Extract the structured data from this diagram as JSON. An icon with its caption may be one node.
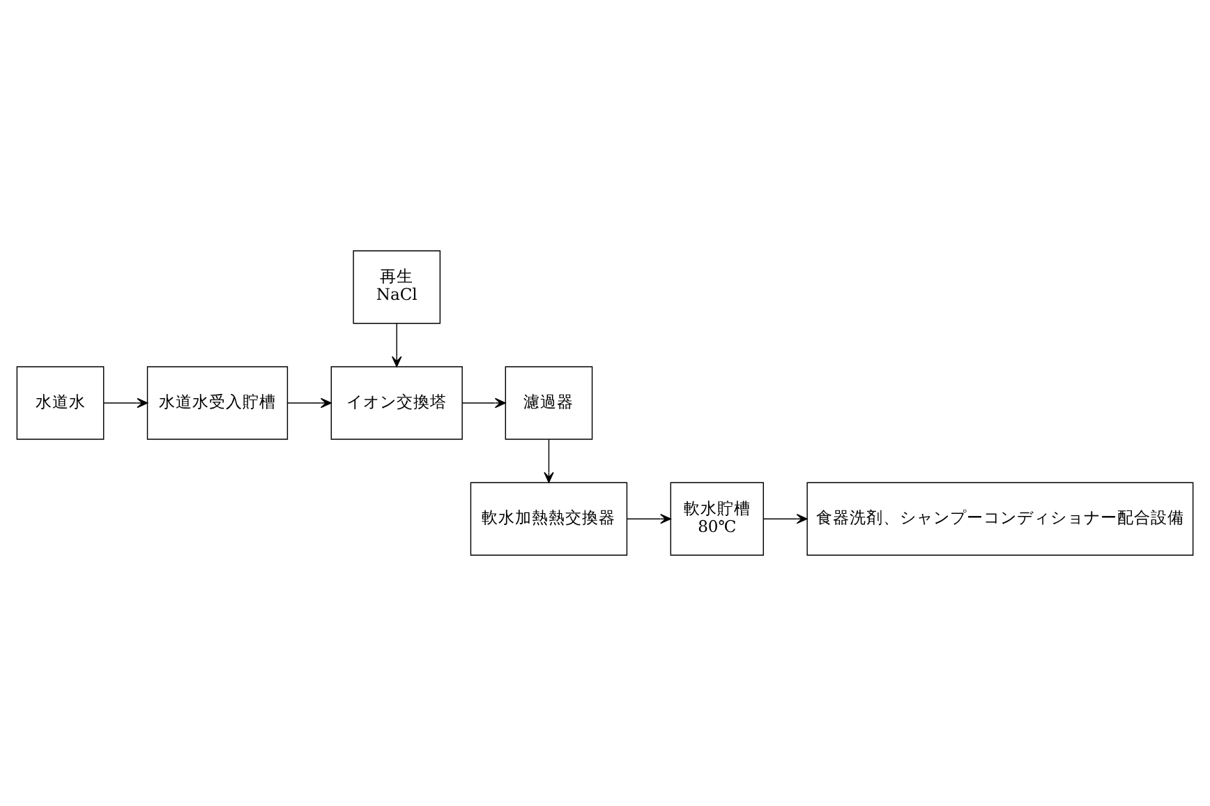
{
  "diagram": {
    "nodes": [
      {
        "text": [
          "再生",
          "NaCl"
        ]
      },
      {
        "text": [
          "水道水"
        ]
      },
      {
        "text": [
          "水道水受入貯槽"
        ]
      },
      {
        "text": [
          "イオン交換塔"
        ]
      },
      {
        "text": [
          "濾過器"
        ]
      },
      {
        "text": [
          "軟水加熱熱交換器"
        ]
      },
      {
        "text": [
          "軟水貯槽",
          "80℃"
        ]
      },
      {
        "text": [
          "食器洗剤、シャンプーコンディショナー配合設備"
        ]
      }
    ],
    "edges": [
      {
        "from": 0,
        "to": 3,
        "arrow": "to"
      },
      {
        "from": 1,
        "to": 2,
        "arrow": "to"
      },
      {
        "from": 2,
        "to": 3,
        "arrow": "to"
      },
      {
        "from": 3,
        "to": 4,
        "arrow": "to"
      },
      {
        "from": 4,
        "to": 5,
        "arrow": "to"
      },
      {
        "from": 5,
        "to": 6,
        "arrow": "to"
      },
      {
        "from": 6,
        "to": 7,
        "arrow": "to"
      }
    ]
  }
}
